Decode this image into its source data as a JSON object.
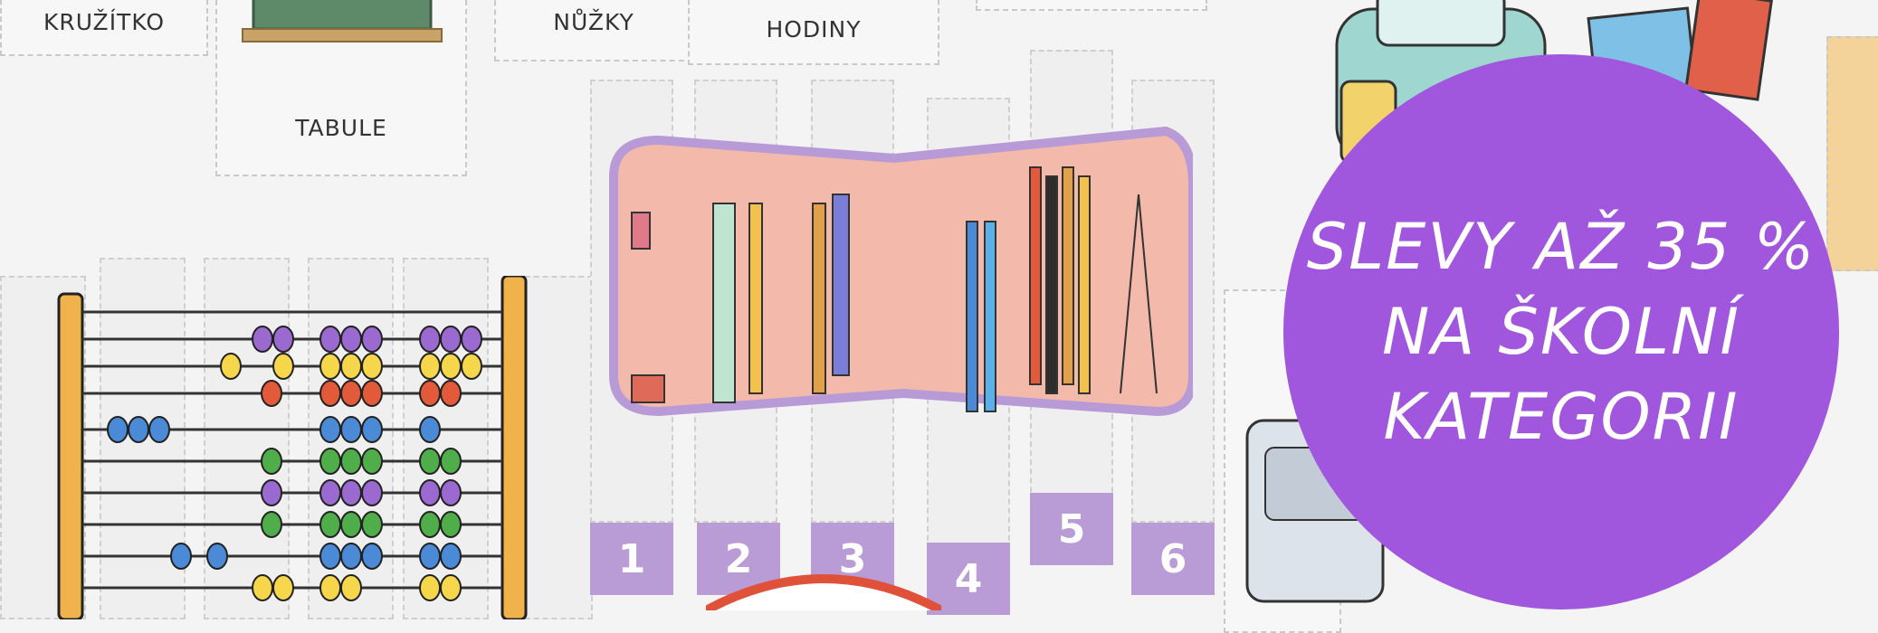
{
  "cards": {
    "compass_label": "KRUŽÍTKO",
    "board_label": "TABULE",
    "scissors_label": "NŮŽKY",
    "clock_label": "HODINY"
  },
  "puzzle_numbers": [
    "1",
    "2",
    "3",
    "4",
    "5",
    "6"
  ],
  "promo": {
    "line1": "SLEVY AŽ 35 %",
    "line2": "NA ŠKOLNÍ",
    "line3": "KATEGORII"
  },
  "colors": {
    "promo_bg": "#a056dd",
    "badge_bg": "#b99bd6",
    "pencil_case": "#f3b9ab",
    "pencil_case_border": "#b79ad6"
  },
  "icons": [
    "compass-icon",
    "blackboard-icon",
    "abacus-icon",
    "pencil-case-icon",
    "backpack-icon",
    "paint-box-icon",
    "books-icon"
  ]
}
